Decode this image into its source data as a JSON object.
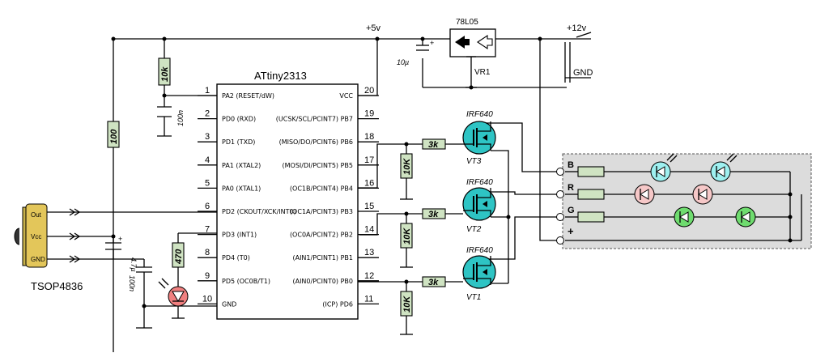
{
  "mcu": {
    "name": "ATtiny2313",
    "left_pins": [
      {
        "num": "1",
        "label": "PA2 (RESET/dW)"
      },
      {
        "num": "2",
        "label": "PD0 (RXD)"
      },
      {
        "num": "3",
        "label": "PD1 (TXD)"
      },
      {
        "num": "4",
        "label": "PA1 (XTAL2)"
      },
      {
        "num": "5",
        "label": "PA0 (XTAL1)"
      },
      {
        "num": "6",
        "label": "PD2 (CKOUT/XCK/INT0)"
      },
      {
        "num": "7",
        "label": "PD3 (INT1)"
      },
      {
        "num": "8",
        "label": "PD4 (T0)"
      },
      {
        "num": "9",
        "label": "PD5 (OC0B/T1)"
      },
      {
        "num": "10",
        "label": "GND"
      }
    ],
    "right_pins": [
      {
        "num": "20",
        "label": "VCC"
      },
      {
        "num": "19",
        "label": "(UCSK/SCL/PCINT7) PB7"
      },
      {
        "num": "18",
        "label": "(MISO/DO/PCINT6) PB6"
      },
      {
        "num": "17",
        "label": "(MOSI/DI/PCINT5) PB5"
      },
      {
        "num": "16",
        "label": "(OC1B/PCINT4) PB4"
      },
      {
        "num": "15",
        "label": "(OC1A/PCINT3) PB3"
      },
      {
        "num": "14",
        "label": "(OC0A/PCINT2) PB2"
      },
      {
        "num": "13",
        "label": "(AIN1/PCINT1) PB1"
      },
      {
        "num": "12",
        "label": "(AIN0/PCINT0) PB0"
      },
      {
        "num": "11",
        "label": "(ICP) PD6"
      }
    ]
  },
  "power": {
    "v5": "+5v",
    "v12": "+12v",
    "gnd": "GND"
  },
  "regulator": {
    "name": "78L05",
    "ref": "VR1"
  },
  "capacitors": {
    "c_reset": "100n",
    "c_reg": "10µ",
    "c_bulk": "4.7µ",
    "c_dec": "100n"
  },
  "resistors": {
    "r_reset": "10k",
    "r_tsop": "100",
    "r_led": "470",
    "r_gate1": "3k",
    "r_gate2": "3k",
    "r_gate3": "3k",
    "r_pd1": "10K",
    "r_pd2": "10K",
    "r_pd3": "10K"
  },
  "mosfets": [
    {
      "model": "IRF640",
      "ref": "VT3"
    },
    {
      "model": "IRF640",
      "ref": "VT2"
    },
    {
      "model": "IRF640",
      "ref": "VT1"
    }
  ],
  "tsop": {
    "name": "TSOP4836",
    "pins": [
      "Out",
      "Vcc",
      "GND"
    ]
  },
  "strip": {
    "labels": [
      "B",
      "R",
      "G",
      "+"
    ],
    "colors": [
      "#1030d0",
      "#e02020",
      "#20b020",
      "#000000"
    ]
  },
  "colors": {
    "resistor": "#cfe3c2",
    "mosfet": "#2ec4c4",
    "led_cyan": "#9ef0f0",
    "led_red": "#f6c8c8",
    "led_green": "#6fdc6f",
    "led_status": "#f08080",
    "strip_bg": "#dcdcdc"
  }
}
